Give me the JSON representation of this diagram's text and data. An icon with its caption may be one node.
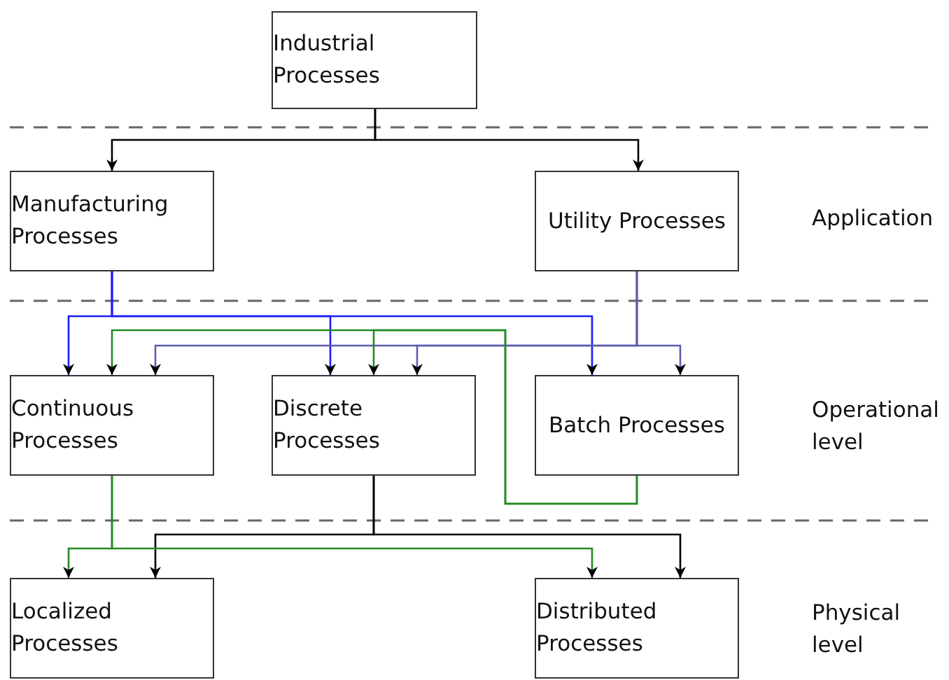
{
  "diagram": {
    "nodes": [
      {
        "text": [
          "Industrial Processes"
        ]
      },
      {
        "text": [
          "Manufacturing Processes"
        ]
      },
      {
        "text": [
          "Utility Processes"
        ]
      },
      {
        "text": [
          "Continuous Processes"
        ]
      },
      {
        "text": [
          "Discrete Processes"
        ]
      },
      {
        "text": [
          "Batch Processes"
        ]
      },
      {
        "text": [
          "Localized Processes"
        ]
      },
      {
        "text": [
          "Distributed Processes"
        ]
      }
    ],
    "edges": [
      {
        "from": 0,
        "to": 1,
        "arrow": "to"
      },
      {
        "from": 0,
        "to": 2,
        "arrow": "to"
      },
      {
        "from": 1,
        "to": 3,
        "arrow": "to",
        "color": "#1a1aff"
      },
      {
        "from": 1,
        "to": 4,
        "arrow": "to",
        "color": "#1a1aff"
      },
      {
        "from": 1,
        "to": 5,
        "arrow": "to",
        "color": "#1a1aff"
      },
      {
        "from": 2,
        "to": 3,
        "arrow": "to",
        "color": "#5c5cb0"
      },
      {
        "from": 2,
        "to": 4,
        "arrow": "to",
        "color": "#5c5cb0"
      },
      {
        "from": 2,
        "to": 5,
        "arrow": "to",
        "color": "#5c5cb0"
      },
      {
        "from": 5,
        "to": 3,
        "arrow": "to",
        "color": "#228b22"
      },
      {
        "from": 5,
        "to": 4,
        "arrow": "to",
        "color": "#228b22"
      },
      {
        "from": 4,
        "to": 6,
        "arrow": "to"
      },
      {
        "from": 4,
        "to": 7,
        "arrow": "to"
      },
      {
        "from": 3,
        "to": 6,
        "arrow": "to",
        "color": "#228b22"
      },
      {
        "from": 3,
        "to": 7,
        "arrow": "to",
        "color": "#228b22"
      }
    ],
    "labels": [
      "Application",
      "Operational level",
      "Physical level"
    ]
  }
}
